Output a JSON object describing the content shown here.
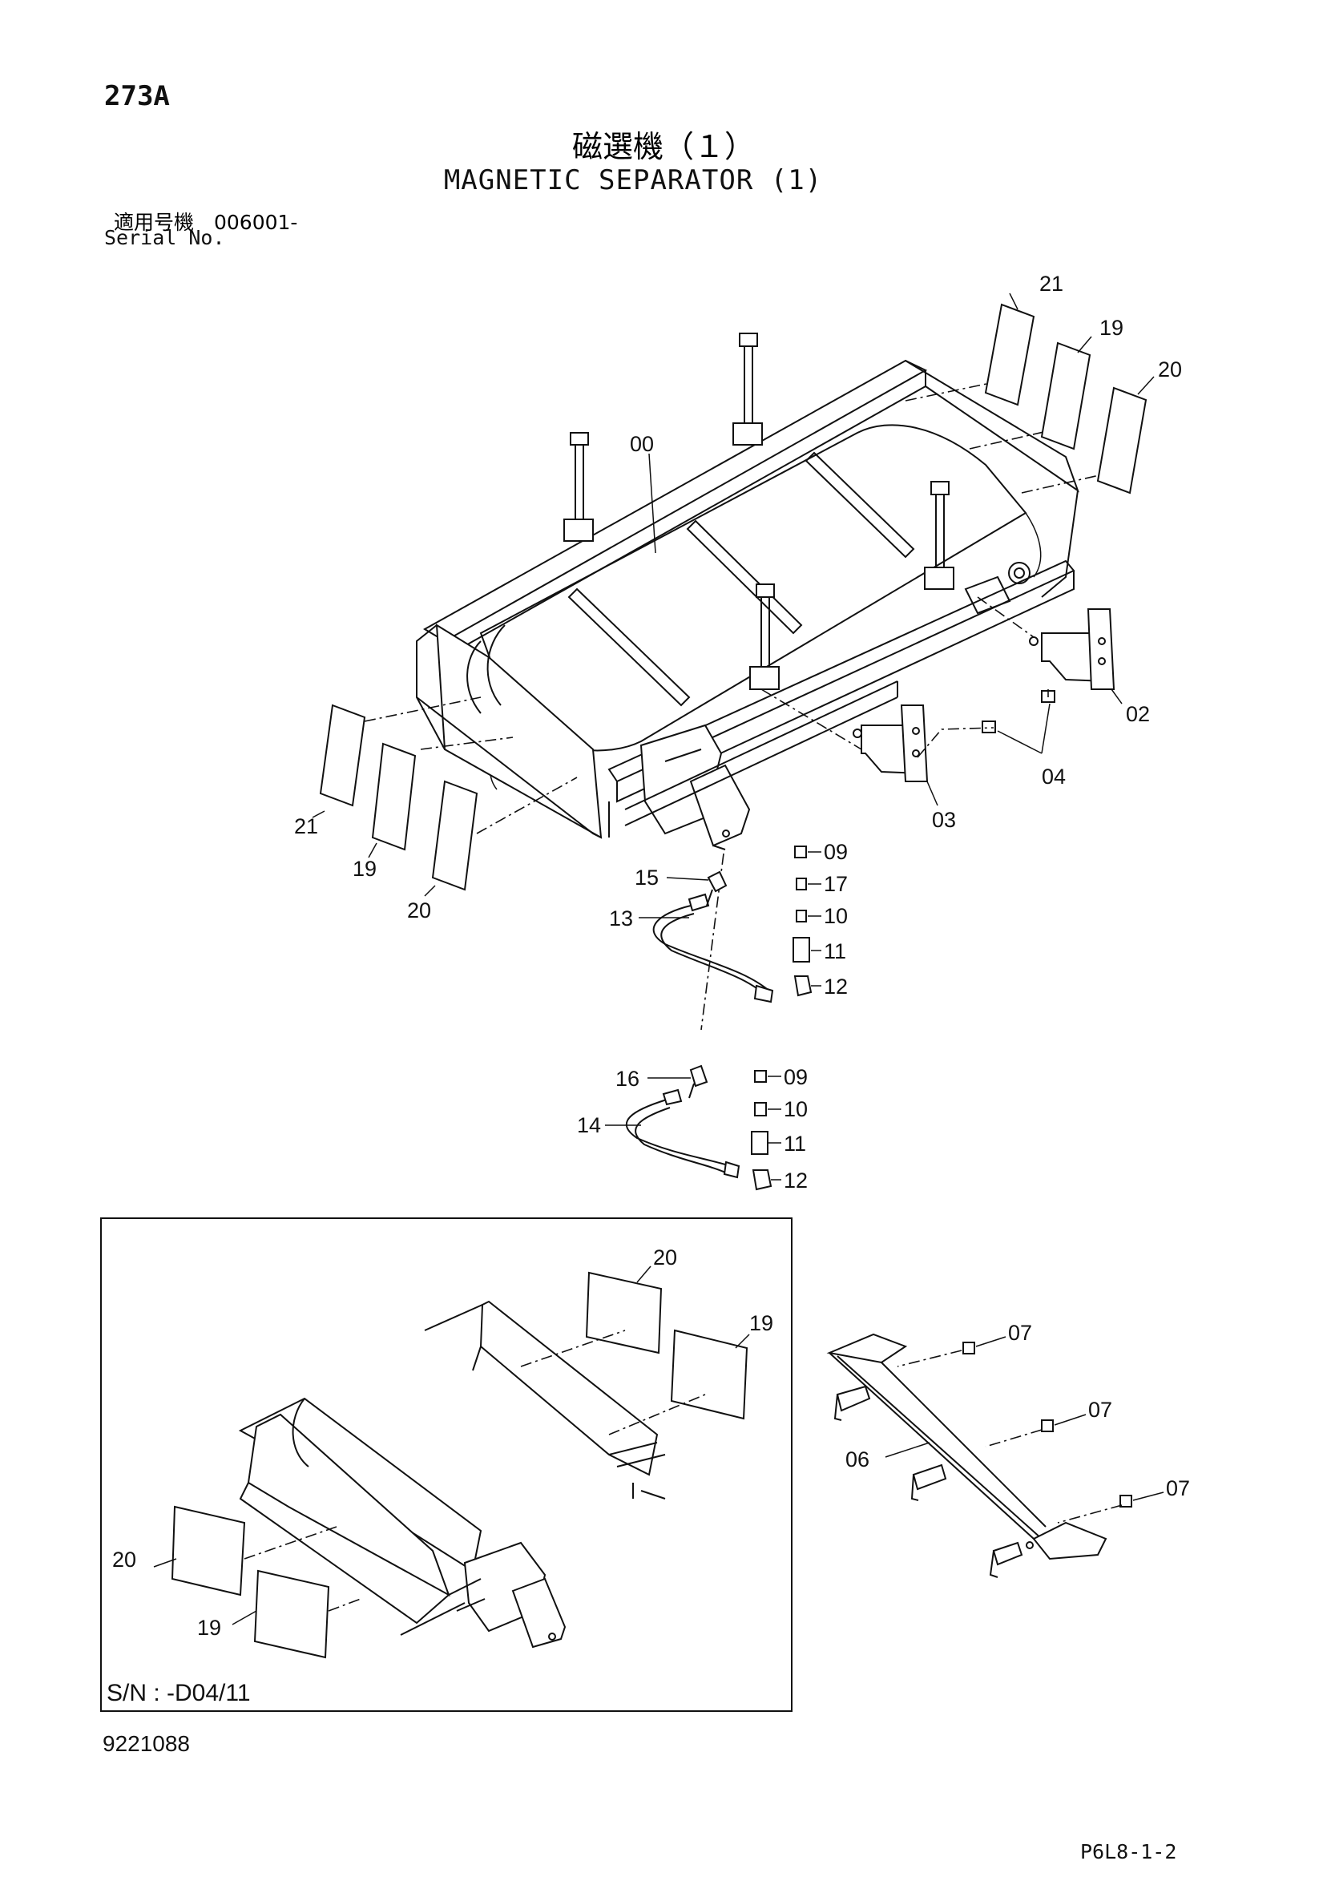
{
  "header": {
    "page_code": "273A",
    "title_jp": "磁選機（１）",
    "title_en": "MAGNETIC SEPARATOR (1)",
    "serial_jp": "適用号機　006001-",
    "serial_en": "Serial No."
  },
  "callouts": {
    "main": [
      "00",
      "21",
      "19",
      "20",
      "02",
      "03",
      "04",
      "21",
      "19",
      "20",
      "15",
      "13",
      "09",
      "17",
      "10",
      "11",
      "12",
      "16",
      "14",
      "09",
      "10",
      "11",
      "12"
    ],
    "inset": [
      "20",
      "19",
      "20",
      "19"
    ],
    "bracket": [
      "07",
      "07",
      "07",
      "06"
    ]
  },
  "inset": {
    "serial_range": "S/N : -D04/11"
  },
  "footer": {
    "doc_number": "9221088",
    "page_ref": "P6L8-1-2"
  }
}
